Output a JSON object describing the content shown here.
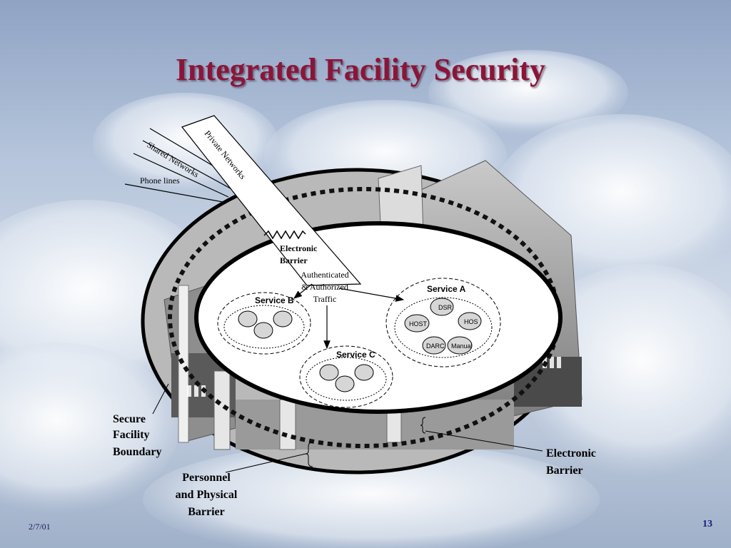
{
  "slide": {
    "title": "Integrated Facility Security",
    "date": "2/7/01",
    "page_number": "13"
  },
  "inputs": {
    "shared_networks": "Shared Networks",
    "private_networks": "Private Networks",
    "phone_lines": "Phone lines"
  },
  "barriers": {
    "electronic_inner_line1": "Electronic",
    "electronic_inner_line2": "Barrier",
    "electronic_outer_line1": "Electronic",
    "electronic_outer_line2": "Barrier",
    "personnel_line1": "Personnel",
    "personnel_line2": "and Physical",
    "personnel_line3": "Barrier",
    "secure_line1": "Secure",
    "secure_line2": "Facility",
    "secure_line3": "Boundary"
  },
  "traffic": {
    "line1": "Authenticated",
    "line2": "& Authorized",
    "line3": "Traffic"
  },
  "services": {
    "a": {
      "label": "Service A",
      "dsr": "DSR",
      "host1": "HOST",
      "host2": "HOS",
      "darc": "DARC",
      "manual": "Manual"
    },
    "b": {
      "label": "Service B"
    },
    "c": {
      "label": "Service C"
    }
  },
  "colors": {
    "title": "#8b1538",
    "date": "#1a1a5a"
  }
}
